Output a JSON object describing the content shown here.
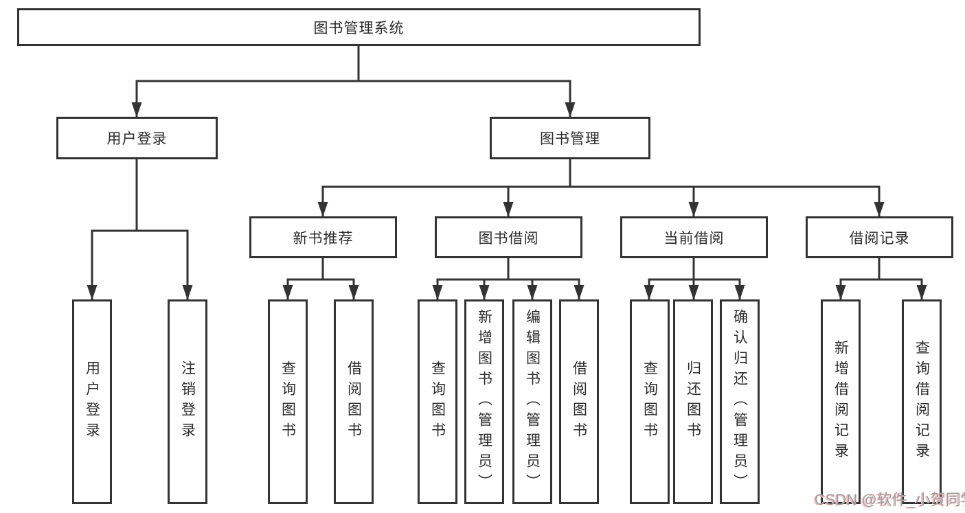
{
  "tree": {
    "label": "图书管理系统",
    "children": [
      {
        "label": "用户登录",
        "children": [
          {
            "label": "用户登录"
          },
          {
            "label": "注销登录"
          }
        ]
      },
      {
        "label": "图书管理",
        "children": [
          {
            "label": "新书推荐",
            "children": [
              {
                "label": "查询图书"
              },
              {
                "label": "借阅图书"
              }
            ]
          },
          {
            "label": "图书借阅",
            "children": [
              {
                "label": "查询图书"
              },
              {
                "label": "新增图书（管理员）"
              },
              {
                "label": "编辑图书（管理员）"
              },
              {
                "label": "借阅图书"
              }
            ]
          },
          {
            "label": "当前借阅",
            "children": [
              {
                "label": "查询图书"
              },
              {
                "label": "归还图书"
              },
              {
                "label": "确认归还（管理员）"
              }
            ]
          },
          {
            "label": "借阅记录",
            "children": [
              {
                "label": "新增借阅记录"
              },
              {
                "label": "查询借阅记录"
              }
            ]
          }
        ]
      }
    ]
  },
  "colors": {
    "line": "#333333",
    "box_border": "#333333",
    "text": "#2b2b2b",
    "background": "#ffffff",
    "watermark_gray": "#9c9ca1",
    "watermark_pink": "#f5bcbc"
  },
  "watermark": {
    "text": "CSDN @软件_小贺同学"
  }
}
